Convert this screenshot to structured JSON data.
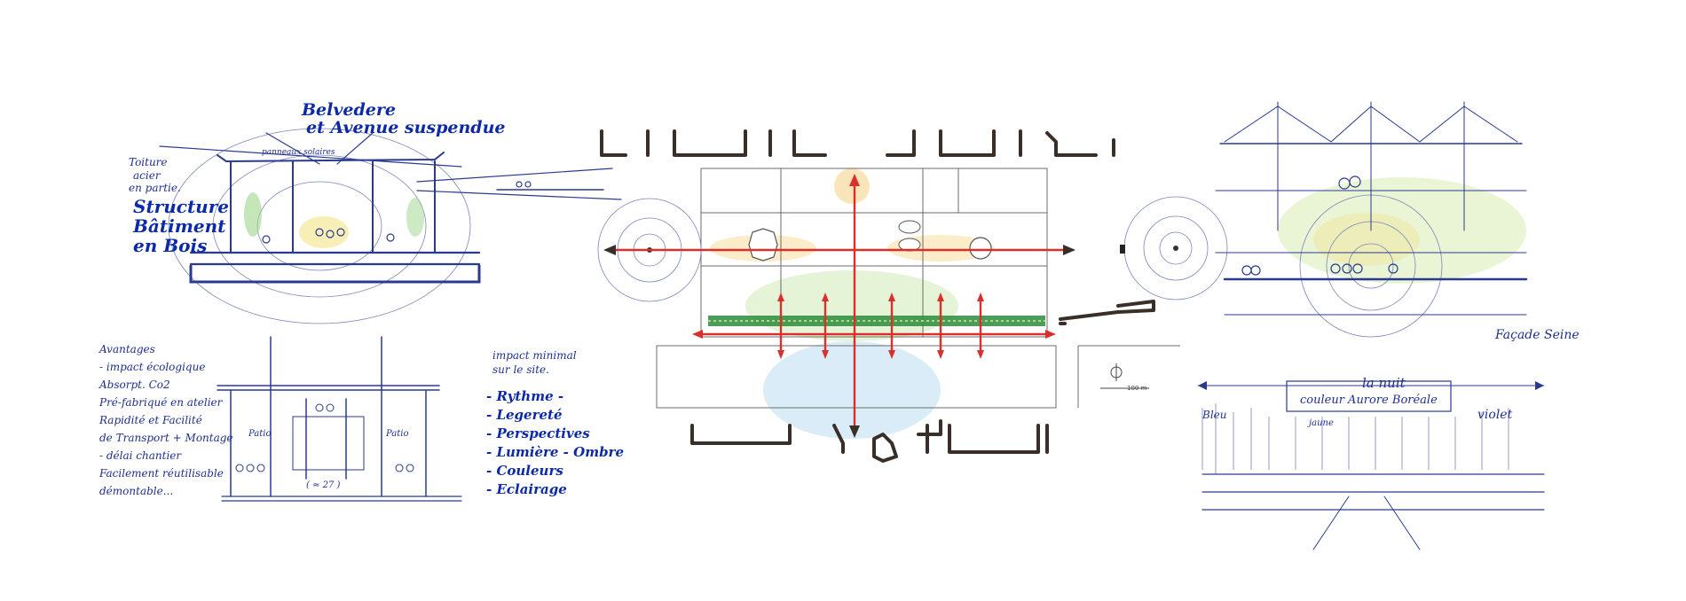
{
  "left_section_sketch": {
    "title_line1": "Belvedere",
    "title_line2": "et Avenue suspendue",
    "roof_note_line1": "Toiture",
    "roof_note_line2": "acier",
    "roof_note_line3": "en partie.",
    "structure_line1": "Structure",
    "structure_line2": "Bâtiment",
    "structure_line3": "en Bois",
    "top_small_label": "panneaux solaires"
  },
  "left_plan_sketch": {
    "advantages": [
      "Avantages",
      "- impact écologique",
      "Absorpt. Co2",
      "Pré-fabriqué en atelier",
      "Rapidité et Facilité",
      "de Transport + Montage",
      "- délai chantier",
      "Facilement réutilisable",
      "démontable..."
    ],
    "impact_line1": "impact minimal",
    "impact_line2": "sur le site.",
    "qualities": [
      "- Rythme -",
      "- Legereté",
      "- Perspectives",
      "- Lumière - Ombre",
      "- Couleurs",
      "- Eclairage"
    ],
    "dimension_label": "( ≈ 27 )",
    "patio_left": "Patio",
    "patio_right": "Patio"
  },
  "center_plan": {
    "scale_label": "100 m"
  },
  "right_sketch": {
    "facade_label": "Façade Seine",
    "night_label": "la nuit",
    "color_label": "couleur Aurore Boréale",
    "violet_label": "violet",
    "left_label": "Bleu",
    "jaune_label": "jaune"
  },
  "colors": {
    "ink_blue": "#0c2aa8",
    "brown": "#3a2f28",
    "red_arrows": "#d9302c",
    "green_band": "#2e8b3c"
  }
}
